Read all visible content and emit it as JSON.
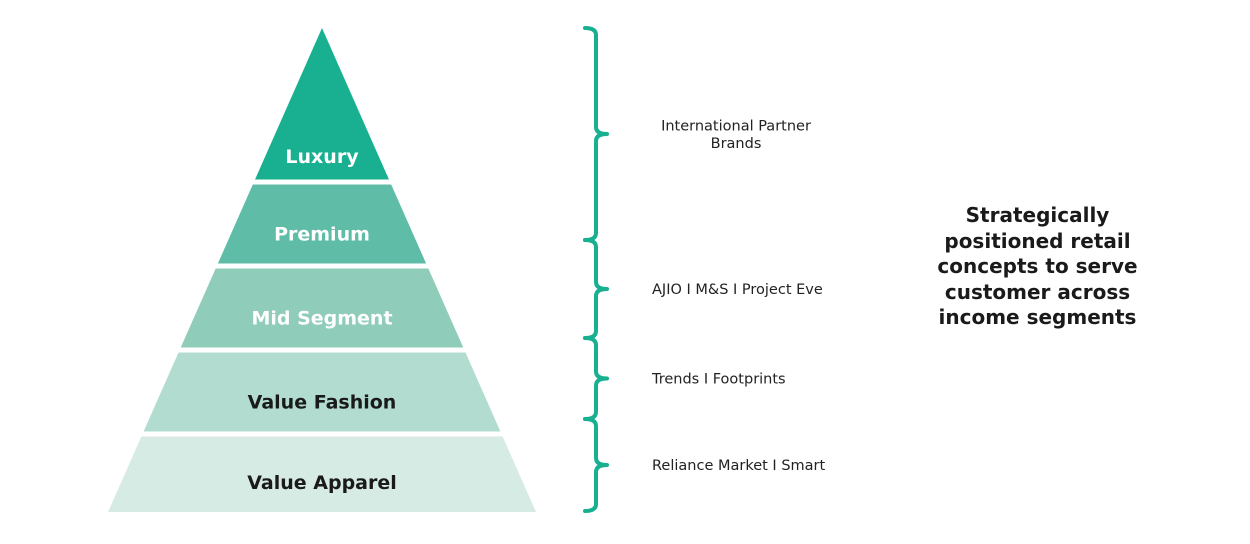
{
  "pyramid": {
    "tiers": [
      {
        "label": "Luxury",
        "fill": "#18b091",
        "text_color": "#ffffff"
      },
      {
        "label": "Premium",
        "fill": "#5fbda7",
        "text_color": "#ffffff"
      },
      {
        "label": "Mid Segment",
        "fill": "#8fccba",
        "text_color": "#ffffff"
      },
      {
        "label": "Value Fashion",
        "fill": "#b1dccf",
        "text_color": "#1a1a1a"
      },
      {
        "label": "Value Apparel",
        "fill": "#d6ebe4",
        "text_color": "#1a1a1a"
      }
    ]
  },
  "brackets": {
    "color": "#18b091",
    "groups": [
      {
        "lines": [
          "International Partner",
          "Brands"
        ]
      },
      {
        "lines": [
          "AJIO I M&S I Project Eve"
        ]
      },
      {
        "lines": [
          "Trends I Footprints"
        ]
      },
      {
        "lines": [
          "Reliance Market I Smart"
        ]
      }
    ]
  },
  "tagline": {
    "lines": [
      "Strategically",
      "positioned retail",
      "concepts to serve",
      "customer across",
      "income segments"
    ]
  }
}
